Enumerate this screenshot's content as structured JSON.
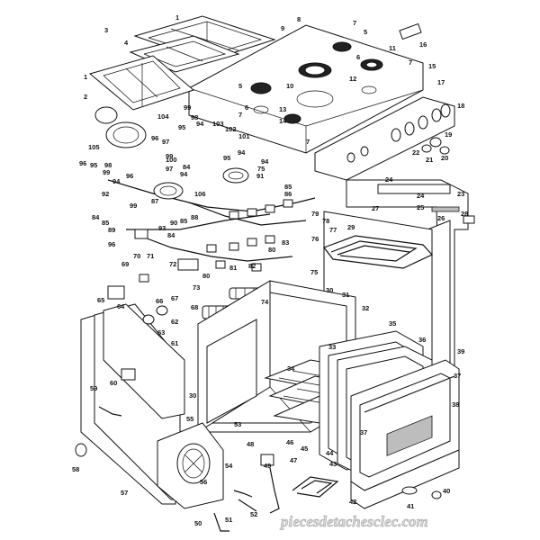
{
  "watermark": "piecesdetachesclec.com",
  "callouts": [
    "1",
    "2",
    "3",
    "4",
    "5",
    "6",
    "7",
    "8",
    "9",
    "10",
    "11",
    "12",
    "13",
    "14",
    "15",
    "16",
    "17",
    "18",
    "19",
    "20",
    "21",
    "22",
    "23",
    "24",
    "25",
    "26",
    "27",
    "28",
    "29",
    "30",
    "31",
    "32",
    "33",
    "34",
    "35",
    "36",
    "37",
    "38",
    "39",
    "40",
    "41",
    "42",
    "43",
    "44",
    "45",
    "46",
    "47",
    "48",
    "49",
    "50",
    "51",
    "52",
    "53",
    "54",
    "55",
    "56",
    "57",
    "58",
    "59",
    "60",
    "61",
    "62",
    "63",
    "64",
    "65",
    "66",
    "67",
    "68",
    "69",
    "70",
    "71",
    "72",
    "73",
    "74",
    "75",
    "76",
    "77",
    "78",
    "79",
    "80",
    "81",
    "82",
    "83",
    "84",
    "85",
    "86",
    "87",
    "88",
    "89",
    "90",
    "91",
    "92",
    "93",
    "94",
    "95",
    "96",
    "97",
    "98",
    "99",
    "100",
    "101",
    "102",
    "103",
    "104",
    "105",
    "106"
  ]
}
